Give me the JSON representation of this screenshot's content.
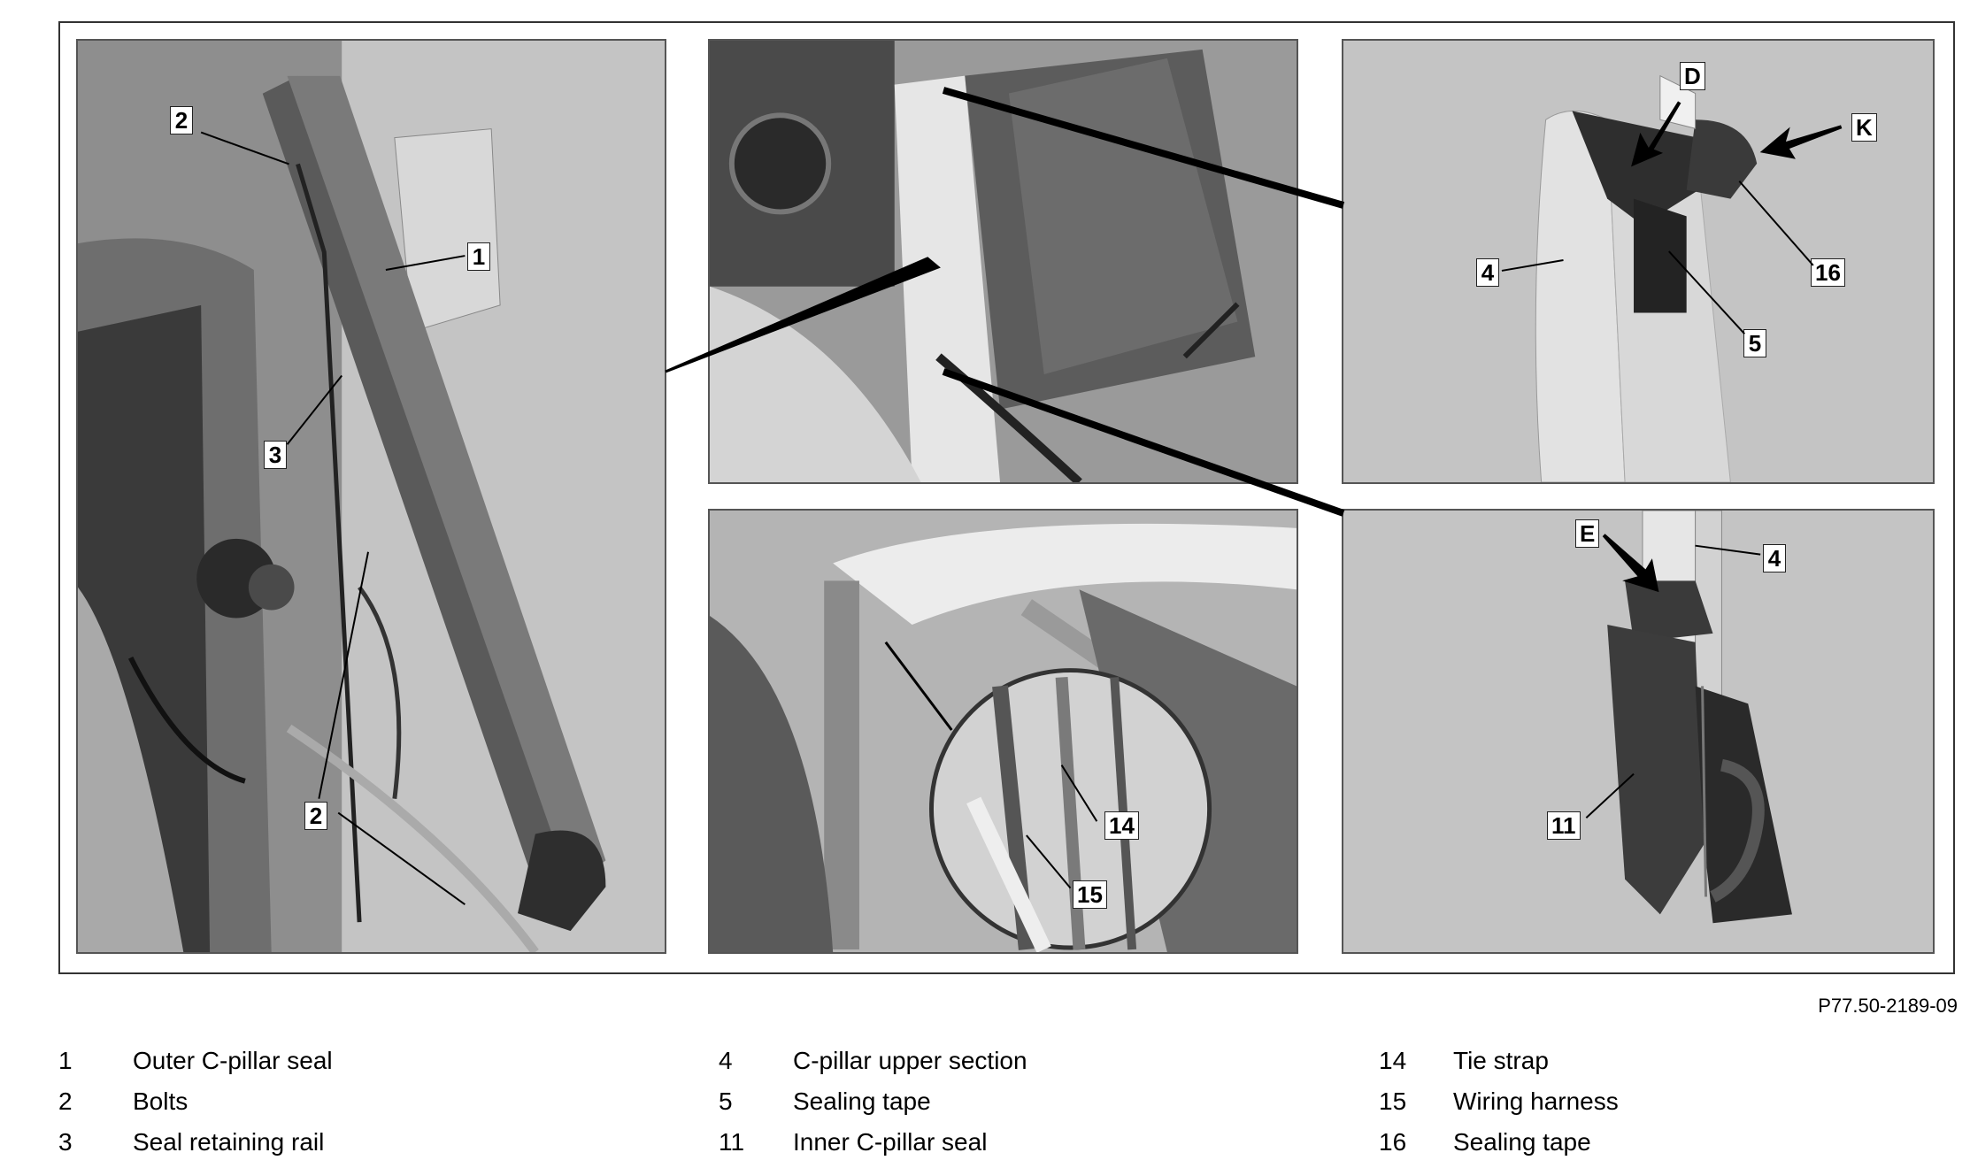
{
  "figure": {
    "reference_code": "P77.50-2189-09",
    "callouts": {
      "left_1": "1",
      "left_2_top": "2",
      "left_3": "3",
      "left_2_bottom": "2",
      "tr_D": "D",
      "tr_K": "K",
      "tr_4": "4",
      "tr_16": "16",
      "tr_5": "5",
      "br_E": "E",
      "br_4": "4",
      "br_11": "11",
      "bm_14": "14",
      "bm_15": "15"
    }
  },
  "legend": {
    "columns": [
      [
        {
          "num": "1",
          "label": "Outer C-pillar seal"
        },
        {
          "num": "2",
          "label": "Bolts"
        },
        {
          "num": "3",
          "label": "Seal retaining rail"
        }
      ],
      [
        {
          "num": "4",
          "label": "C-pillar upper section"
        },
        {
          "num": "5",
          "label": "Sealing tape"
        },
        {
          "num": "11",
          "label": "Inner C-pillar seal"
        }
      ],
      [
        {
          "num": "14",
          "label": "Tie strap"
        },
        {
          "num": "15",
          "label": "Wiring harness"
        },
        {
          "num": "16",
          "label": "Sealing tape"
        }
      ]
    ]
  }
}
